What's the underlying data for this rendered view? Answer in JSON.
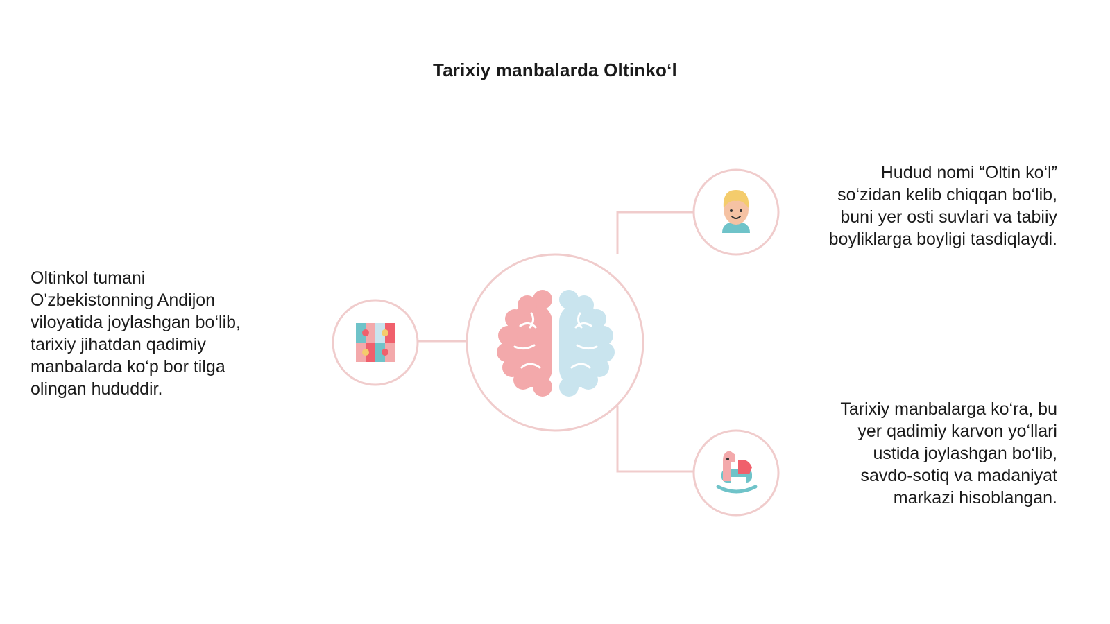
{
  "title": "Tarixiy manbalarda Oltinko‘l",
  "left_text": [
    "Oltinkol tumani",
    "O'zbekistonning Andijon",
    "viloyatida joylashgan bo‘lib,",
    "tarixiy jihatdan qadimiy",
    "manbalarda ko‘p bor tilga",
    "olingan hududdir."
  ],
  "right_top_text": [
    "Hudud nomi “Oltin ko‘l”",
    "so‘zidan kelib chiqqan bo‘lib,",
    "buni yer osti suvlari va tabiiy",
    "boyliklarga boyligi tasdiqlaydi."
  ],
  "right_bottom_text": [
    "Tarixiy manbalarga ko‘ra, bu",
    "yer qadimiy karvon yo‘llari",
    "ustida joylashgan bo‘lib,",
    "savdo-sotiq va madaniyat",
    "markazi hisoblangan."
  ],
  "icons": {
    "center": "brain-icon",
    "left": "puzzle-icon",
    "right_top": "child-face-icon",
    "right_bottom": "rocking-horse-icon"
  },
  "colors": {
    "line": "#f0cccc",
    "pink": "#f3a9ab",
    "blue": "#c9e4ee",
    "teal": "#6fc3c9",
    "coral": "#f0606c",
    "gold": "#f4cc6c"
  }
}
